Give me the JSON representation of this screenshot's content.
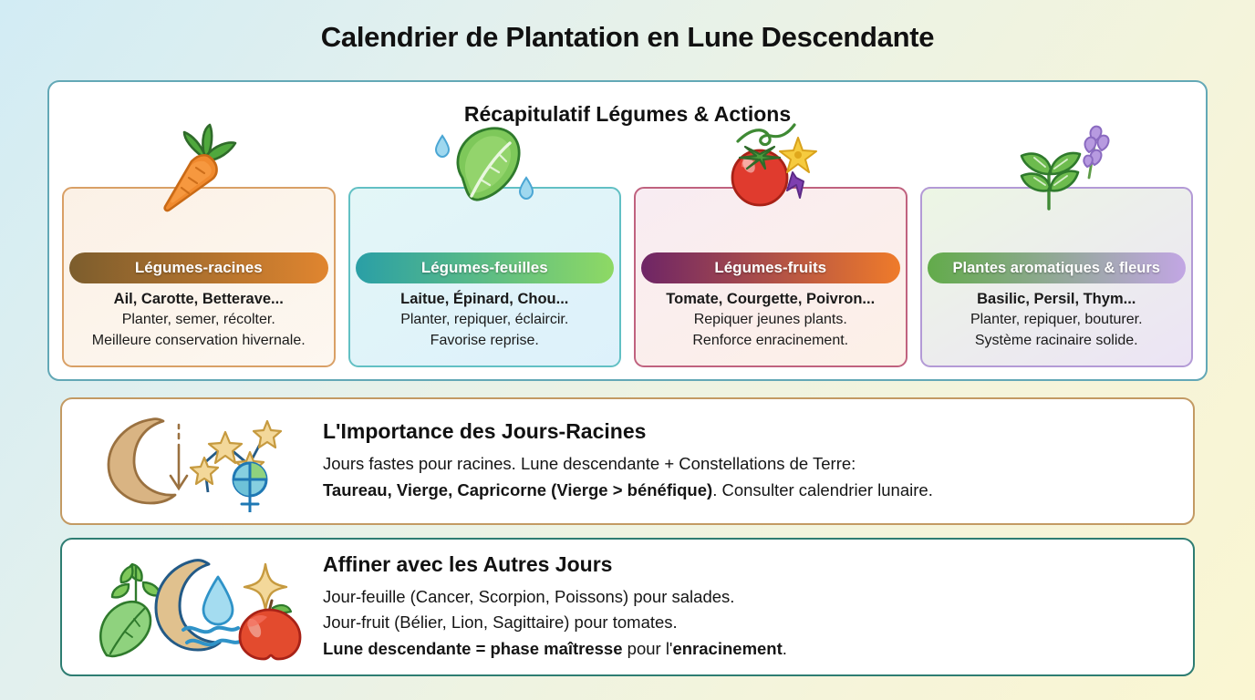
{
  "title": "Calendrier de Plantation en Lune Descendante",
  "cards_panel": {
    "heading": "Récapitulatif Légumes & Actions",
    "cards": [
      {
        "icon": "carrot-icon",
        "header": "Légumes-racines",
        "line1": "Ail, Carotte, Betterave...",
        "line2": "Planter, semer, récolter.",
        "line3": "Meilleure conservation hivernale.",
        "accent_start": "#7c5d2d",
        "accent_end": "#e0852f"
      },
      {
        "icon": "lettuce-leaf-icon",
        "header": "Légumes-feuilles",
        "line1": "Laitue, Épinard, Chou...",
        "line2": "Planter, repiquer, éclaircir.",
        "line3": "Favorise reprise.",
        "accent_start": "#2a9fa6",
        "accent_end": "#8ed964"
      },
      {
        "icon": "tomato-icon",
        "header": "Légumes-fruits",
        "line1": "Tomate, Courgette, Poivron...",
        "line2": "Repiquer jeunes plants.",
        "line3": "Renforce enracinement.",
        "accent_start": "#6e2566",
        "accent_end": "#ef7b2a"
      },
      {
        "icon": "herb-lavender-icon",
        "header": "Plantes aromatiques & fleurs",
        "line1": "Basilic, Persil, Thym...",
        "line2": "Planter, repiquer, bouturer.",
        "line3": "Système racinaire solide.",
        "accent_start": "#62ab4a",
        "accent_end": "#c2a6e4"
      }
    ]
  },
  "roots_panel": {
    "icon": "moon-constellation-earth-icon",
    "title": "L'Importance des Jours-Racines",
    "line1": "Jours fastes pour racines. Lune descendante + Constellations de Terre:",
    "line2_bold": "Taureau, Vierge, Capricorne (Vierge > bénéfique)",
    "line2_rest": ". Consulter calendrier lunaire."
  },
  "days_panel": {
    "icon": "leaf-moon-water-apple-icon",
    "title": "Affiner avec les Autres Jours",
    "line1": "Jour-feuille (Cancer, Scorpion, Poissons) pour salades.",
    "line2": "Jour-fruit (Bélier, Lion, Sagittaire) pour tomates.",
    "line3_bold": "Lune descendante = phase maîtresse",
    "line3_mid": " pour l'",
    "line3_bold2": "enracinement",
    "line3_end": "."
  }
}
